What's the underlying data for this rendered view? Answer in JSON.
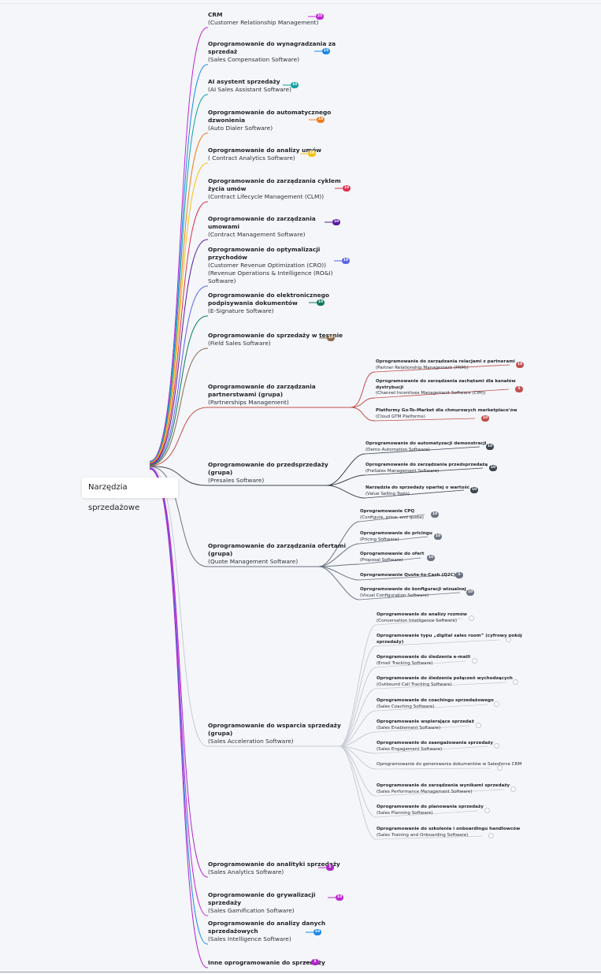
{
  "root": {
    "label": "Narzędzia sprzedażowe"
  },
  "branches": [
    {
      "title": "CRM",
      "subtitle": "(Customer Relationship Management)",
      "badge": "25",
      "color": "#c026d3"
    },
    {
      "title": "Oprogramowanie do wynagradzania za sprzedaż",
      "subtitle": "(Sales Compensation Software)",
      "badge": "15",
      "color": "#1e88e5"
    },
    {
      "title": "AI asystent sprzedaży",
      "subtitle": "(AI Sales Assistant Software)",
      "badge": "10",
      "color": "#14a3a3"
    },
    {
      "title": "Oprogramowanie do automatycznego dzwonienia",
      "subtitle": "(Auto Dialer Software)",
      "badge": "10",
      "color": "#f07e1a"
    },
    {
      "title": "Oprogramowanie do analizy umów",
      "subtitle": "( Contract Analytics Software)",
      "badge": "10",
      "color": "#f4c20d"
    },
    {
      "title": "Oprogramowanie do zarządzania cyklem życia umów",
      "subtitle": "(Contract Lifecycle Management (CLM))",
      "badge": "10",
      "color": "#e0314e"
    },
    {
      "title": "Oprogramowanie do zarządzania umowami",
      "subtitle": "(Contract Management Software)",
      "badge": "10",
      "color": "#5b1a9e"
    },
    {
      "title": "Oprogramowanie do optymalizacji przychodów",
      "subtitle": "(Customer Revenue Optimization (CRO)) (Revenue Operations & Intelligence (RO&I) Software)",
      "badge": "10",
      "color": "#5b63e6"
    },
    {
      "title": "Oprogramowanie do elektronicznego podpisywania dokumentów",
      "subtitle": "(E-Signature Software)",
      "badge": "10",
      "color": "#0f7a5a"
    },
    {
      "title": "Oprogramowanie do sprzedaży w terenie",
      "subtitle": "(Field Sales Software)",
      "badge": "10",
      "color": "#8a6a4a"
    },
    {
      "title": "Oprogramowanie do zarządzania partnerstwami (grupa)",
      "subtitle": "(Partnerships Management)",
      "badge": "",
      "color": "#c0504d",
      "children": [
        {
          "title": "Oprogramowanie do zarządzania relacjami z partnerami",
          "subtitle": "(Partner Relationship Management (PRM))",
          "badge": "10"
        },
        {
          "title": "Oprogramowanie do zarządzania zachętami dla kanałów dystrybucji",
          "subtitle": "(Channel Incentives Management Software (CIM))",
          "badge": "5"
        },
        {
          "title": "Platformy Go-To-Market dla chmurowych marketplace'ów",
          "subtitle": "(Cloud GTM Platforms)",
          "badge": "10"
        }
      ]
    },
    {
      "title": "Oprogramowanie do przedsprzedaży (grupa)",
      "subtitle": "(Presales Software)",
      "badge": "",
      "color": "#3c4650",
      "children": [
        {
          "title": "Oprogramowanie do automatyzacji demonstracji",
          "subtitle": "(Demo Automation Software)",
          "badge": "10"
        },
        {
          "title": "Oprogramowanie do zarządzania przedsprzedażą",
          "subtitle": "(PreSales Management Software)",
          "badge": "10"
        },
        {
          "title": "Narzędzia do sprzedaży opartej o wartość",
          "subtitle": "(Value Selling Tools)",
          "badge": "10"
        }
      ]
    },
    {
      "title": "Oprogramowanie do zarządzania ofertami (grupa)",
      "subtitle": "(Quote Management Software)",
      "badge": "",
      "color": "#6b7480",
      "children": [
        {
          "title": "Oprogramowanie CPQ",
          "subtitle": "(Configure, price, and quote)",
          "badge": "10"
        },
        {
          "title": "Oprogramowanie do pricingu",
          "subtitle": "(Pricing Software)",
          "badge": "10"
        },
        {
          "title": "Oprogramowanie do ofert",
          "subtitle": "(Proposal Software)",
          "badge": "10"
        },
        {
          "title": "Oprogramowanie Quote-to-Cash (Q2C)",
          "subtitle": "",
          "badge": "5"
        },
        {
          "title": "Oprogramowanie do konfiguracji wizualnej",
          "subtitle": "(Visual Configuration Software)",
          "badge": "10"
        }
      ]
    },
    {
      "title": "Oprogramowanie do wsparcia sprzedaży (grupa)",
      "subtitle": "(Sales Acceleration Software)",
      "badge": "",
      "color": "#c8cdd4",
      "children": [
        {
          "title": "Oprogramowanie do analizy rozmów",
          "subtitle": "(Conversation Intelligence Software)",
          "badge": ""
        },
        {
          "title": "Oprogramowanie typu „digital sales room” (cyfrowy pokój sprzedaży)",
          "subtitle": "",
          "badge": ""
        },
        {
          "title": "Oprogramowanie do śledzenia e-maili",
          "subtitle": "(Email Tracking Software)",
          "badge": ""
        },
        {
          "title": "Oprogramowanie do śledzenia połączeń wychodzących",
          "subtitle": "(Outbound Call Tracking Software)",
          "badge": ""
        },
        {
          "title": "Oprogramowanie do coachingu sprzedażowego",
          "subtitle": "(Sales Coaching Software)",
          "badge": ""
        },
        {
          "title": "Oprogramowanie wspierające sprzedaż",
          "subtitle": "(Sales Enablement Software)",
          "badge": ""
        },
        {
          "title": "Oprogramowanie do zaangażowania sprzedaży",
          "subtitle": "(Sales Engagement Software)",
          "badge": ""
        },
        {
          "title": "Oprogramowanie do generowania dokumentów w Salesforce CRM",
          "subtitle": "",
          "badge": "",
          "plain": true
        },
        {
          "title": "Oprogramowanie do zarządzania wynikami sprzedaży",
          "subtitle": "(Sales Performance Management Software)",
          "badge": ""
        },
        {
          "title": "Oprogramowanie do planowania sprzedaży",
          "subtitle": "(Sales Planning Software)",
          "badge": ""
        },
        {
          "title": "Oprogramowanie do szkolenia i onboardingu handlowców",
          "subtitle": "(Sales Training and Onboarding Software)",
          "badge": ""
        }
      ]
    },
    {
      "title": "Oprogramowanie do analityki sprzedaży",
      "subtitle": "(Sales Analytics Software)",
      "badge": "5",
      "color": "#b026c9"
    },
    {
      "title": "Oprogramowanie do grywalizacji sprzedaży",
      "subtitle": "(Sales Gamification Software)",
      "badge": "10",
      "color": "#c026d3"
    },
    {
      "title": "Oprogramowanie do analizy danych sprzedażowych",
      "subtitle": "(Sales Intelligence Software)",
      "badge": "10",
      "color": "#1e88e5"
    },
    {
      "title": "Inne oprogramowanie do sprzedaży",
      "subtitle": "",
      "badge": "5",
      "color": "#b026c9"
    }
  ]
}
